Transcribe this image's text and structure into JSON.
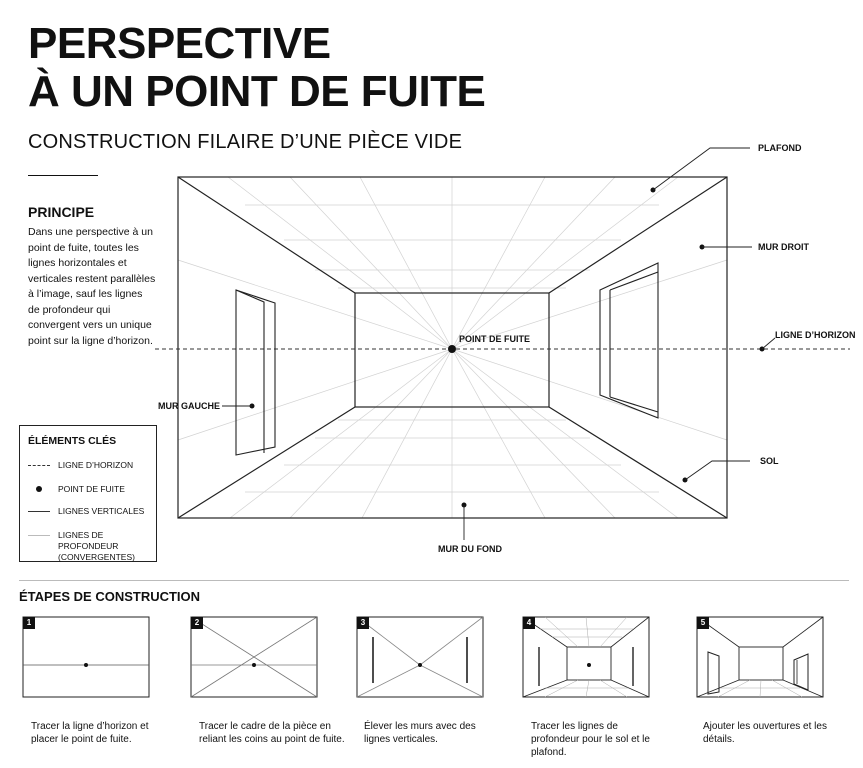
{
  "header": {
    "title_line1": "PERSPECTIVE",
    "title_line2": "À UN POINT DE FUITE",
    "subtitle": "CONSTRUCTION FILAIRE D’UNE PIÈCE VIDE"
  },
  "principe": {
    "title": "PRINCIPE",
    "text": "Dans une perspective à un point de fuite, toutes les lignes horizontales et verticales restent parallèles à l’image, sauf les lignes de profondeur qui convergent vers un unique point sur la ligne d’horizon."
  },
  "legend": {
    "title": "ÉLÉMENTS CLÉS",
    "items": [
      {
        "symbol": "dashed-line",
        "label": "LIGNE D’HORIZON"
      },
      {
        "symbol": "dot",
        "label": "POINT DE FUITE"
      },
      {
        "symbol": "solid-line",
        "label": "LIGNES VERTICALES"
      },
      {
        "symbol": "thin-line",
        "label": "LIGNES DE PROFONDEUR (CONVERGENTES)"
      }
    ]
  },
  "diagram_labels": {
    "plafond": "PLAFOND",
    "mur_droit": "MUR DROIT",
    "ligne_horizon": "LIGNE D’HORIZON",
    "point_de_fuite": "POINT DE FUITE",
    "mur_gauche": "MUR GAUCHE",
    "sol": "SOL",
    "mur_du_fond": "MUR DU FOND"
  },
  "steps": {
    "title": "ÉTAPES DE CONSTRUCTION",
    "items": [
      {
        "number": "1",
        "text": "Tracer la ligne d’horizon et placer le point de fuite."
      },
      {
        "number": "2",
        "text": "Tracer le cadre de la pièce en reliant les coins au point de fuite."
      },
      {
        "number": "3",
        "text": "Élever les murs avec des lignes verticales."
      },
      {
        "number": "4",
        "text": "Tracer les lignes de profondeur pour le sol et le plafond."
      },
      {
        "number": "5",
        "text": "Ajouter les ouvertures et les détails."
      }
    ]
  }
}
